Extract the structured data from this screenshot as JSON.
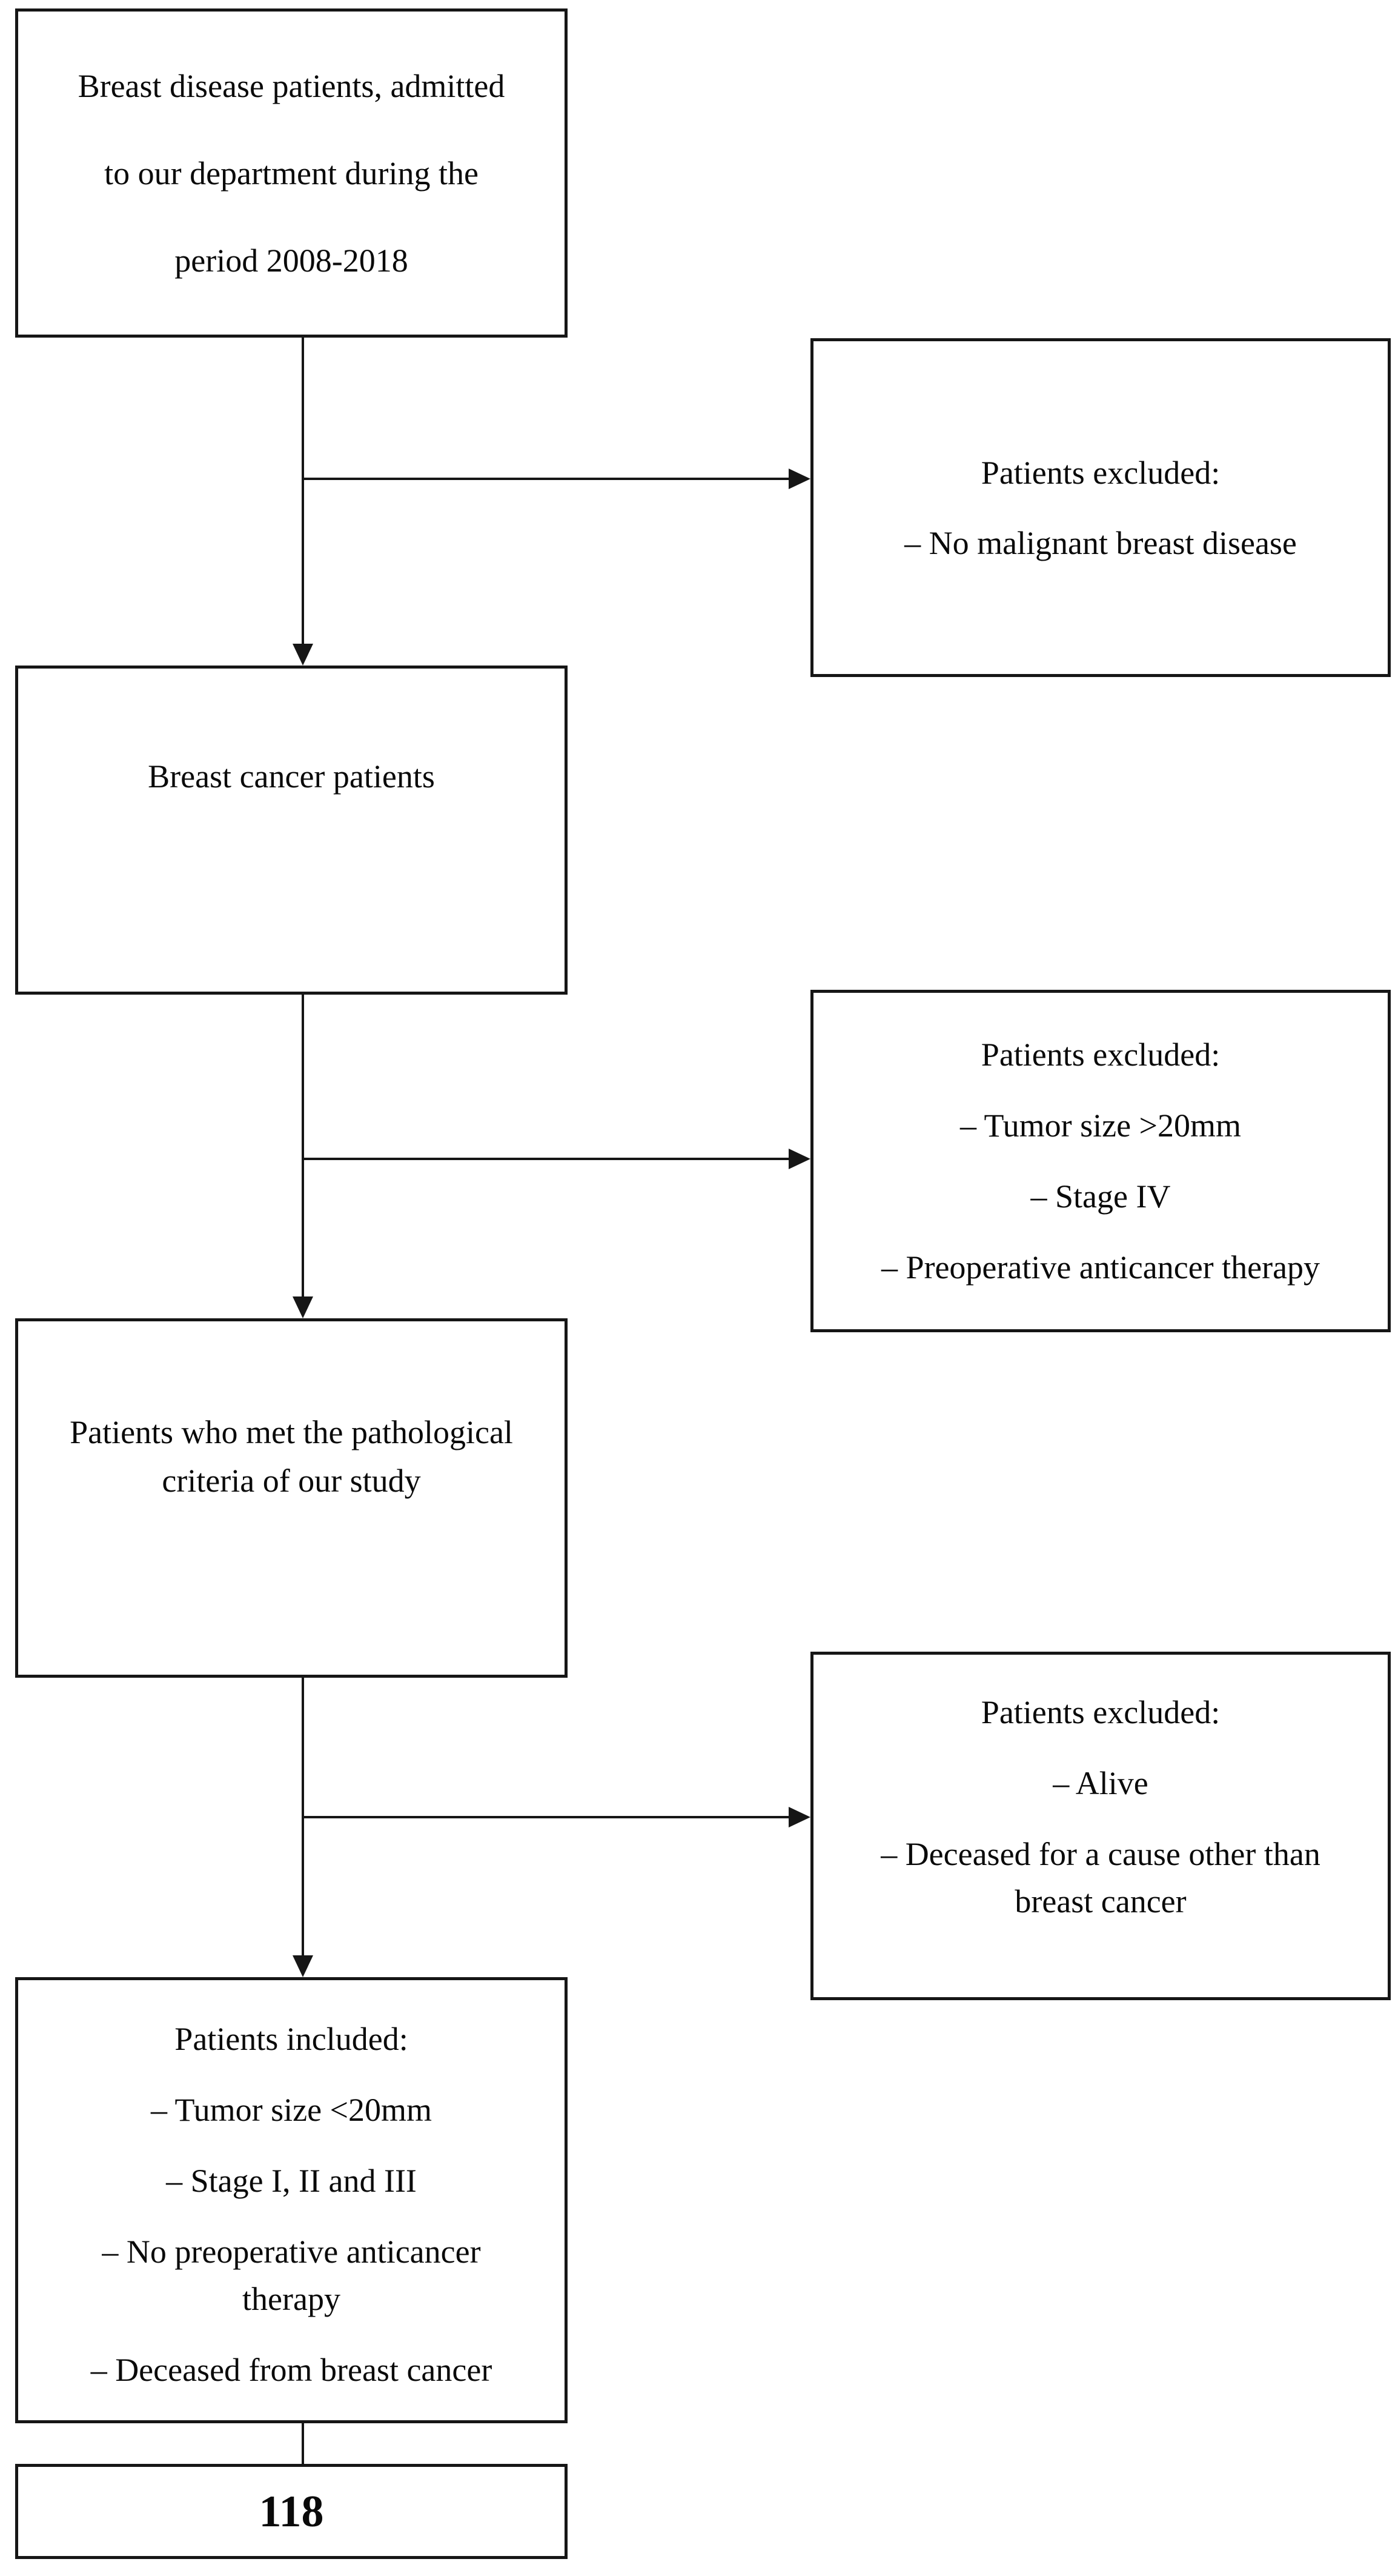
{
  "figure": {
    "type": "patient-selection-flowchart",
    "background_color": "#ffffff",
    "line_color": "#161616",
    "text_color": "#0a0a0a"
  },
  "boxes": {
    "source": {
      "lines": [
        "Breast disease patients, admitted",
        "to our department during the",
        "period 2008-2018"
      ]
    },
    "excluded_1": {
      "lines": [
        "Patients excluded:",
        "– No malignant breast disease"
      ]
    },
    "cancer": {
      "lines": [
        "Breast cancer patients"
      ]
    },
    "excluded_2": {
      "lines": [
        "Patients excluded:",
        "– Tumor size >20mm",
        "– Stage IV",
        "– Preoperative anticancer therapy"
      ]
    },
    "criteria": {
      "lines": [
        "Patients who met the pathological",
        "criteria of our study"
      ]
    },
    "excluded_3": {
      "lines": [
        "Patients excluded:",
        "– Alive",
        "– Deceased for a cause other than",
        "breast cancer"
      ]
    },
    "included": {
      "lines": [
        "Patients included:",
        "– Tumor size <20mm",
        "– Stage I, II and III",
        "– No preoperative anticancer",
        "therapy",
        "– Deceased from breast cancer"
      ]
    },
    "total": {
      "value": "118"
    }
  }
}
